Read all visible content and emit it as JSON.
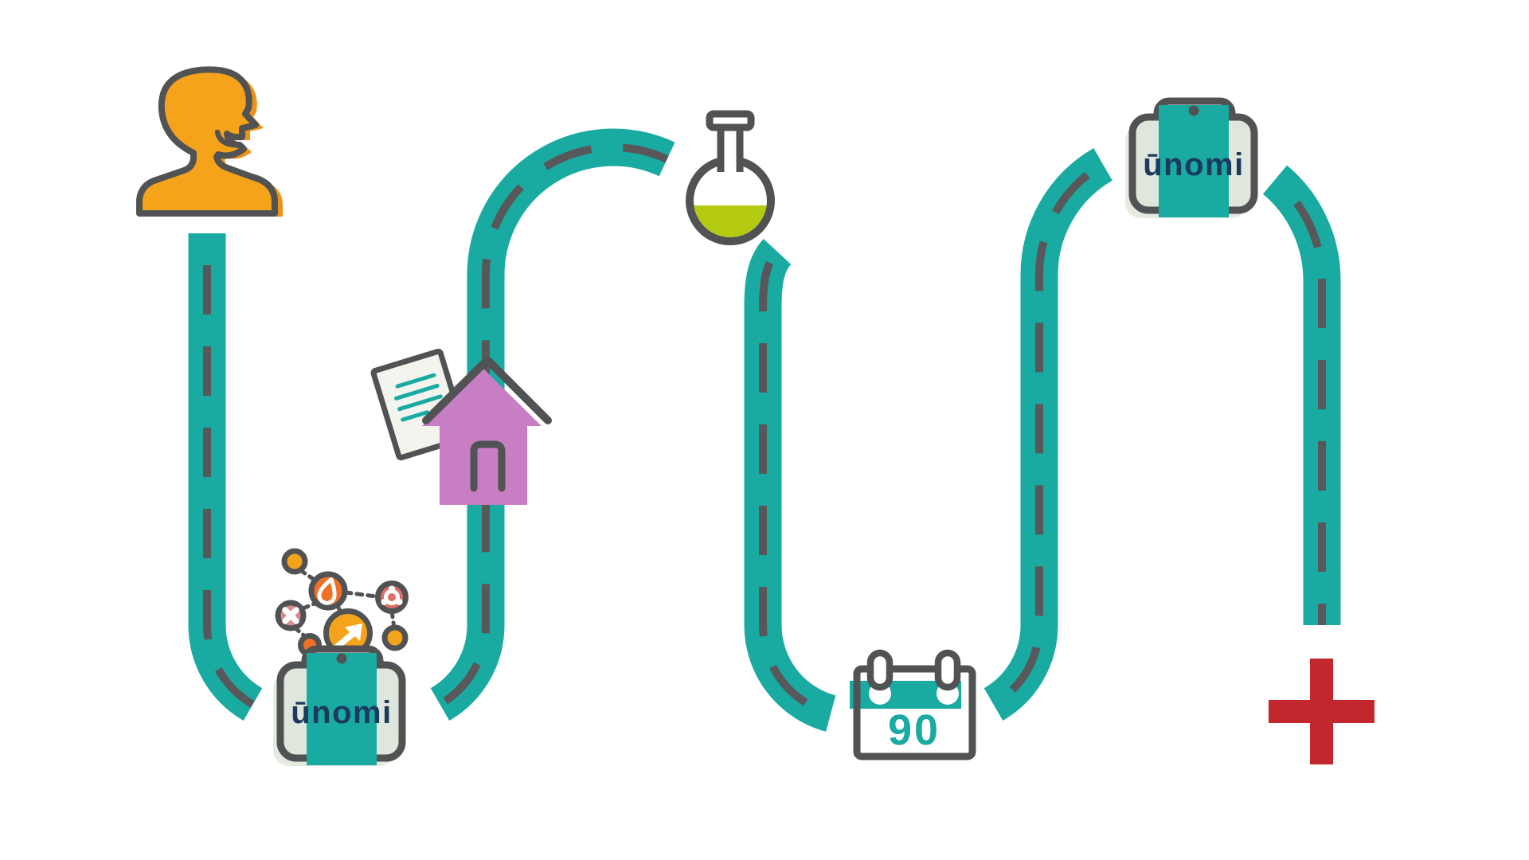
{
  "colors": {
    "road": "#19AAA2",
    "outline": "#515254",
    "dash": "#58585A",
    "navy": "#1B3A5E",
    "orange": "#F6A31C",
    "orange_deep": "#EE9218",
    "orange_red": "#EE7125",
    "salmon": "#DD6F66",
    "pink": "#D98A8A",
    "purple": "#C77EC3",
    "red_cross": "#C1272D",
    "liquid_green": "#B3CA10",
    "phone_fill": "#DFE6DC",
    "phone_shadow": "#E5EAE1",
    "paper": "#F4F4EE",
    "canvas": "#FFFFFF"
  },
  "journey": {
    "steps": [
      {
        "icon": "person-profile-icon",
        "label": ""
      },
      {
        "icon": "smartphone-unomi-icon",
        "label": "ūnomi"
      },
      {
        "icon": "house-with-document-icon",
        "label": ""
      },
      {
        "icon": "round-flask-icon",
        "label": ""
      },
      {
        "icon": "calendar-icon",
        "label": "90"
      },
      {
        "icon": "tablet-unomi-icon",
        "label": "ūnomi"
      },
      {
        "icon": "medical-cross-icon",
        "label": ""
      }
    ]
  }
}
